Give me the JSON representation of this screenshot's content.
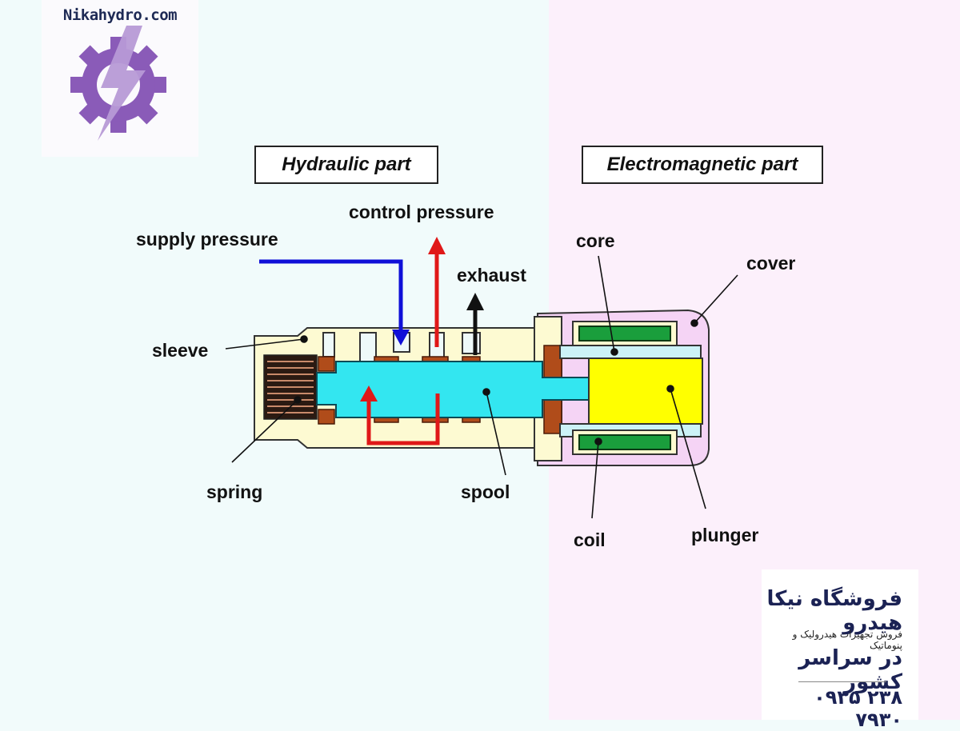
{
  "logo": {
    "site_text": "Nikahydro.com",
    "icon": "gear-lightning-icon",
    "color": "#8a5bb8"
  },
  "sections": {
    "hydraulic": "Hydraulic part",
    "electromagnetic": "Electromagnetic part"
  },
  "labels": {
    "control_pressure": "control pressure",
    "supply_pressure": "supply pressure",
    "exhaust": "exhaust",
    "core": "core",
    "cover": "cover",
    "sleeve": "sleeve",
    "spring": "spring",
    "spool": "spool",
    "coil": "coil",
    "plunger": "plunger"
  },
  "colors": {
    "supply": "#1010d8",
    "control": "#e01818",
    "exhaust": "#111111",
    "spool": "#33e6f0",
    "plunger": "#ffff00",
    "coil": "#1a9e3c",
    "cover": "#f5d4f5",
    "sleeve": "#fdfad2"
  },
  "shop": {
    "name": "فروشگاه نیکا هیدرو",
    "subtitle": "فروش تجهیزات هیدرولیک و پنوماتیک",
    "region": "در سراسر کشور",
    "phone": "۰۹۳۵ ۲۳۸ ۷۹۳۰"
  }
}
